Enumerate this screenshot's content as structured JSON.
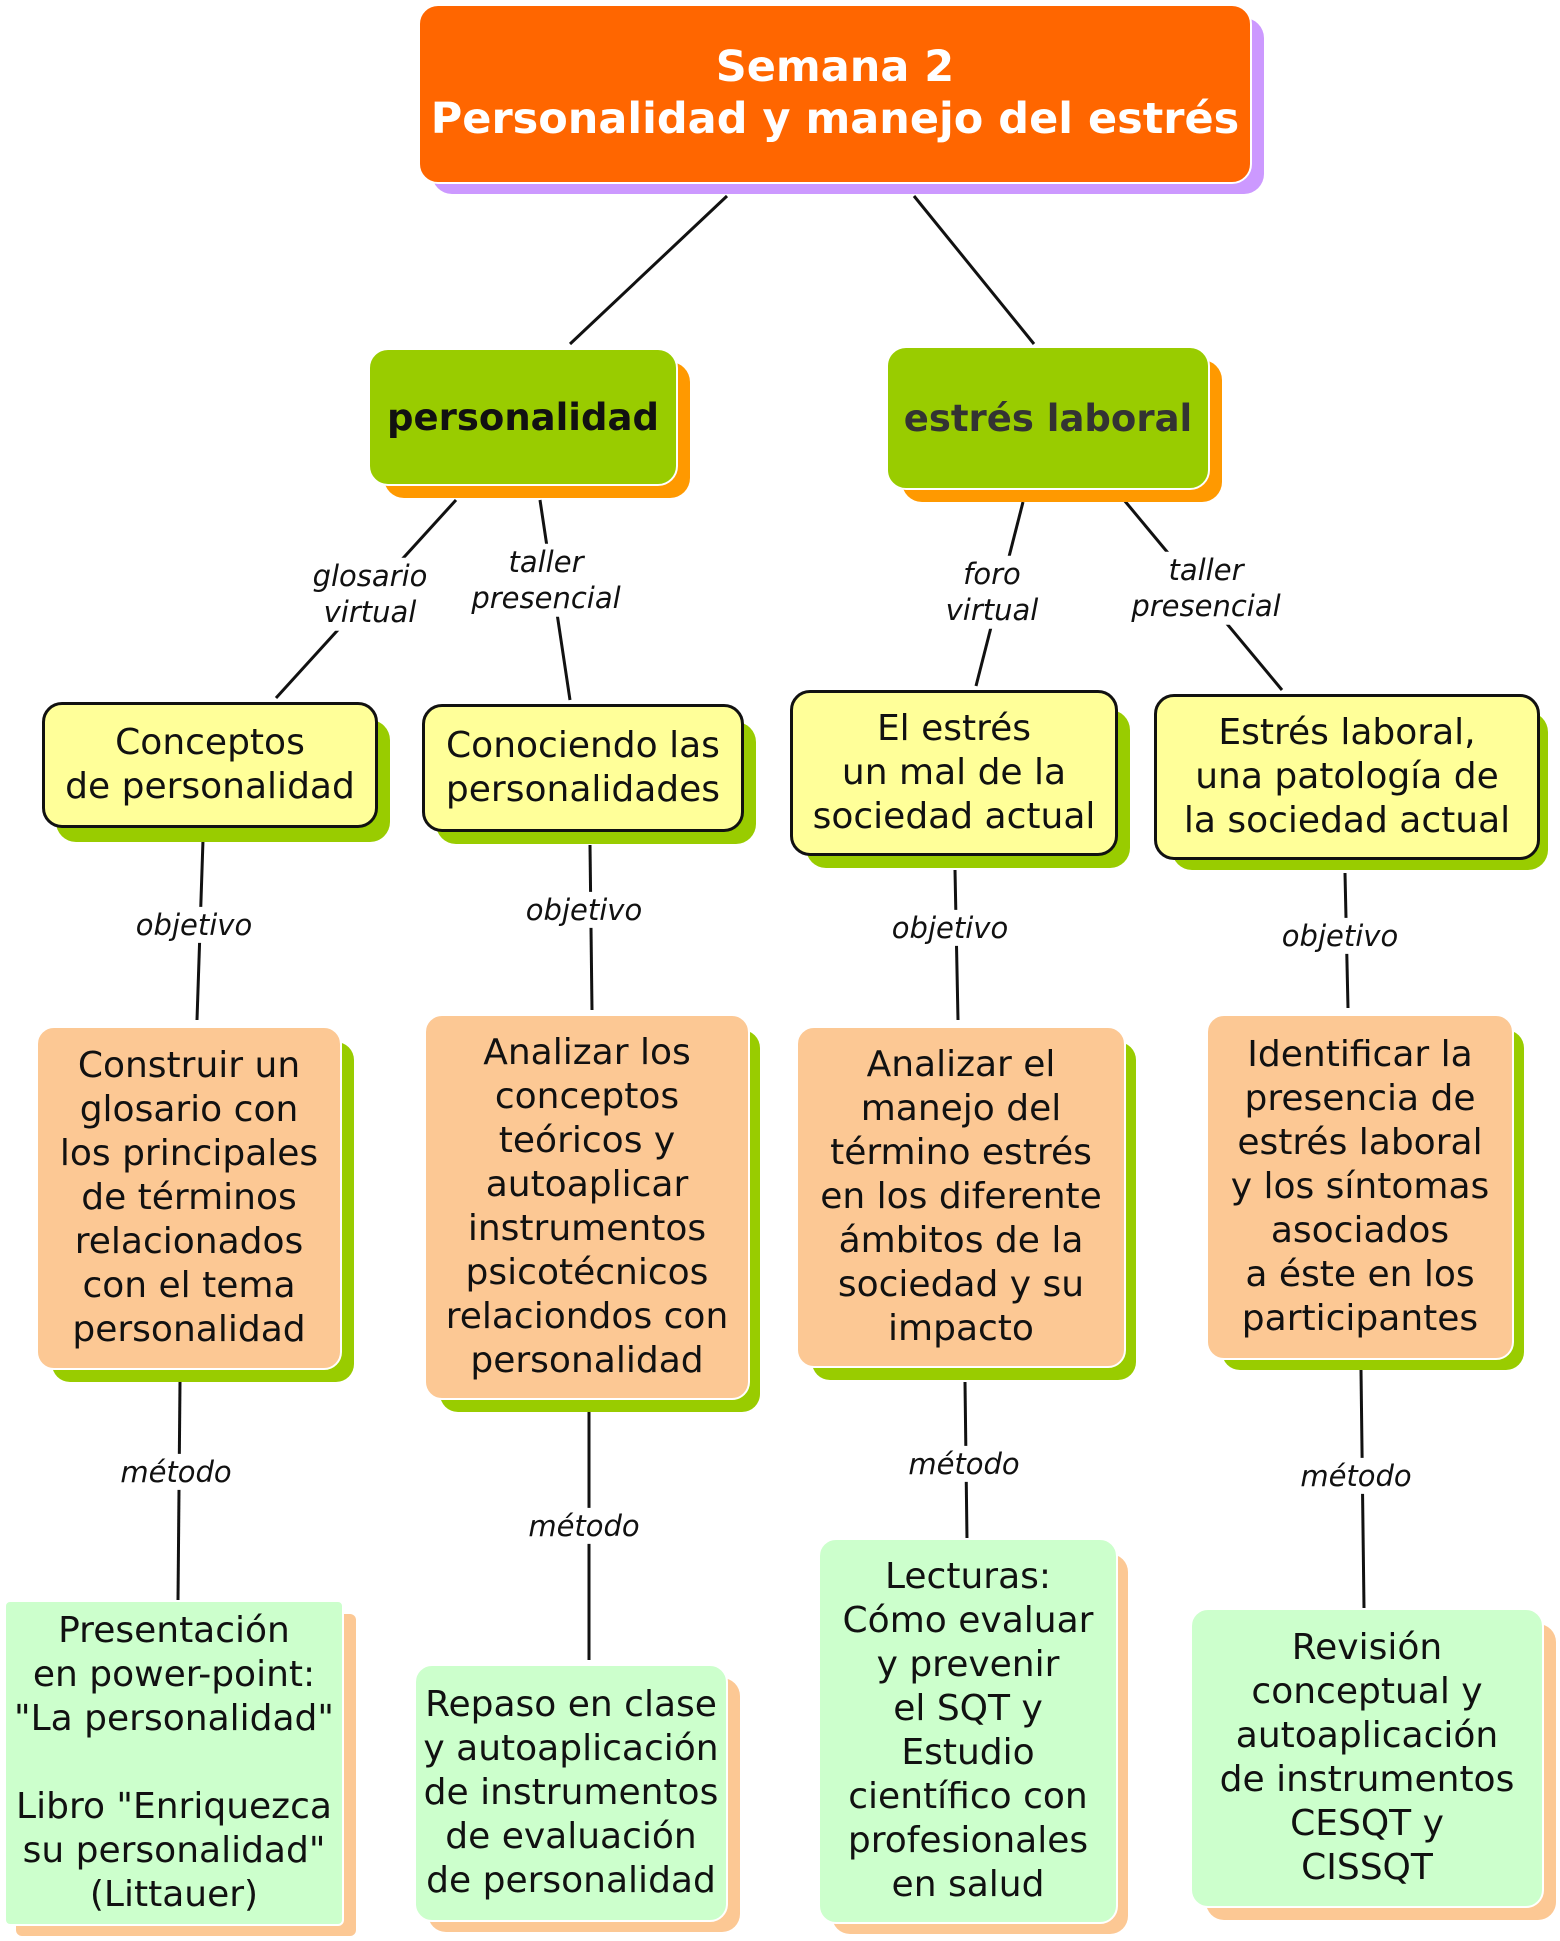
{
  "colors": {
    "root": "#ff6600",
    "root_shadow": "#cc99ff",
    "category": "#99cc00",
    "category_shadow": "#ff9900",
    "topic": "#ffff99",
    "objective": "#fcc894",
    "method": "#ccffcc",
    "green_shadow": "#99cc00",
    "peach_shadow": "#fcc894"
  },
  "root": {
    "line1": "Semana 2",
    "line2": "Personalidad y manejo del estrés"
  },
  "categories": [
    {
      "label": "personalidad"
    },
    {
      "label": "estrés laboral"
    }
  ],
  "link_labels": {
    "l1": "glosario\nvirtual",
    "l2": "taller\npresencial",
    "l3": "foro\nvirtual",
    "l4": "taller\npresencial",
    "objetivo": "objetivo",
    "metodo": "método"
  },
  "topics": [
    {
      "text": "Conceptos\nde personalidad"
    },
    {
      "text": "Conociendo las\npersonalidades"
    },
    {
      "text": "El estrés\nun mal de la\nsociedad actual"
    },
    {
      "text": "Estrés laboral,\nuna patología de\nla sociedad actual"
    }
  ],
  "objectives": [
    {
      "text": "Construir un\nglosario con\nlos principales\nde términos\nrelacionados\ncon el tema\npersonalidad"
    },
    {
      "text": "Analizar los\nconceptos\nteóricos y\nautoaplicar\ninstrumentos\npsicotécnicos\nrelaciondos con\npersonalidad"
    },
    {
      "text": "Analizar el\nmanejo del\ntérmino estrés\nen los diferente\námbitos de la\nsociedad y su\nimpacto"
    },
    {
      "text": "Identificar la\npresencia de\nestrés laboral\ny los síntomas\nasociados\na éste en los\nparticipantes"
    }
  ],
  "methods": [
    {
      "text": "Presentación\nen power-point:\n\"La personalidad\"\n\nLibro \"Enriquezca\nsu personalidad\"\n(Littauer)"
    },
    {
      "text": "Repaso en clase\ny autoaplicación\nde instrumentos\nde evaluación\nde personalidad"
    },
    {
      "text": "Lecturas:\nCómo evaluar\ny prevenir\nel SQT y\nEstudio\ncientífico con\nprofesionales\nen salud"
    },
    {
      "text": "Revisión\nconceptual y\nautoaplicación\nde instrumentos\nCESQT y\nCISSQT"
    }
  ]
}
